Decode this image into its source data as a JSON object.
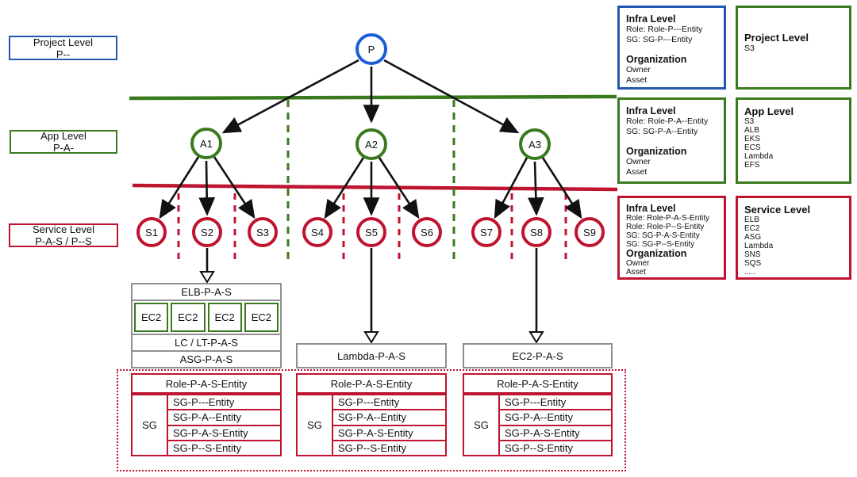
{
  "colors": {
    "node_blue": "#1a5ed8",
    "box_blue": "#2456b0",
    "app_green": "#3a7a1e",
    "service_red": "#bf1430",
    "gray_border": "#8f8f8f",
    "arrow_black": "#111111"
  },
  "left_labels": [
    {
      "title": "Project Level",
      "subtitle": "P--"
    },
    {
      "title": "App Level",
      "subtitle": "P-A-"
    },
    {
      "title": "Service Level",
      "subtitle": "P-A-S / P--S"
    }
  ],
  "nodes": {
    "project": "P",
    "apps": [
      "A1",
      "A2",
      "A3"
    ],
    "services": [
      "S1",
      "S2",
      "S3",
      "S4",
      "S5",
      "S6",
      "S7",
      "S8",
      "S9"
    ]
  },
  "detail_boxes": [
    {
      "header": "ELB-P-A-S",
      "ec2_cells": [
        "EC2",
        "EC2",
        "EC2",
        "EC2"
      ],
      "row_lc": "LC / LT-P-A-S",
      "row_asg": "ASG-P-A-S",
      "role": "Role-P-A-S-Entity",
      "sg_label": "SG",
      "sg_rows": [
        "SG-P---Entity",
        "SG-P-A--Entity",
        "SG-P-A-S-Entity",
        "SG-P--S-Entity"
      ]
    },
    {
      "header": "Lambda-P-A-S",
      "role": "Role-P-A-S-Entity",
      "sg_label": "SG",
      "sg_rows": [
        "SG-P---Entity",
        "SG-P-A--Entity",
        "SG-P-A-S-Entity",
        "SG-P--S-Entity"
      ]
    },
    {
      "header": "EC2-P-A-S",
      "role": "Role-P-A-S-Entity",
      "sg_label": "SG",
      "sg_rows": [
        "SG-P---Entity",
        "SG-P-A--Entity",
        "SG-P-A-S-Entity",
        "SG-P--S-Entity"
      ]
    }
  ],
  "legend": [
    {
      "lines": [
        "Infra Level",
        "Role: Role-P---Entity",
        "SG: SG-P---Entity",
        "",
        "Organization",
        "Owner",
        "Asset"
      ]
    },
    {
      "lines": [
        "Project Level",
        "S3"
      ]
    },
    {
      "lines": [
        "Infra Level",
        "Role: Role-P-A--Entity",
        "SG: SG-P-A--Entity",
        "",
        "Organization",
        "Owner",
        "Asset"
      ]
    },
    {
      "lines": [
        "App Level",
        "S3",
        "ALB",
        "EKS",
        "ECS",
        "Lambda",
        "EFS"
      ]
    },
    {
      "lines": [
        "Infra Level",
        "Role: Role-P-A-S-Entity",
        "Role: Role-P--S-Entity",
        "SG: SG-P-A-S-Entity",
        "SG: SG-P--S-Entity",
        "Organization",
        "Owner",
        "Asset"
      ]
    },
    {
      "lines": [
        "Service Level",
        "ELB",
        "EC2",
        "ASG",
        "Lambda",
        "SNS",
        "SQS",
        "....."
      ]
    }
  ]
}
